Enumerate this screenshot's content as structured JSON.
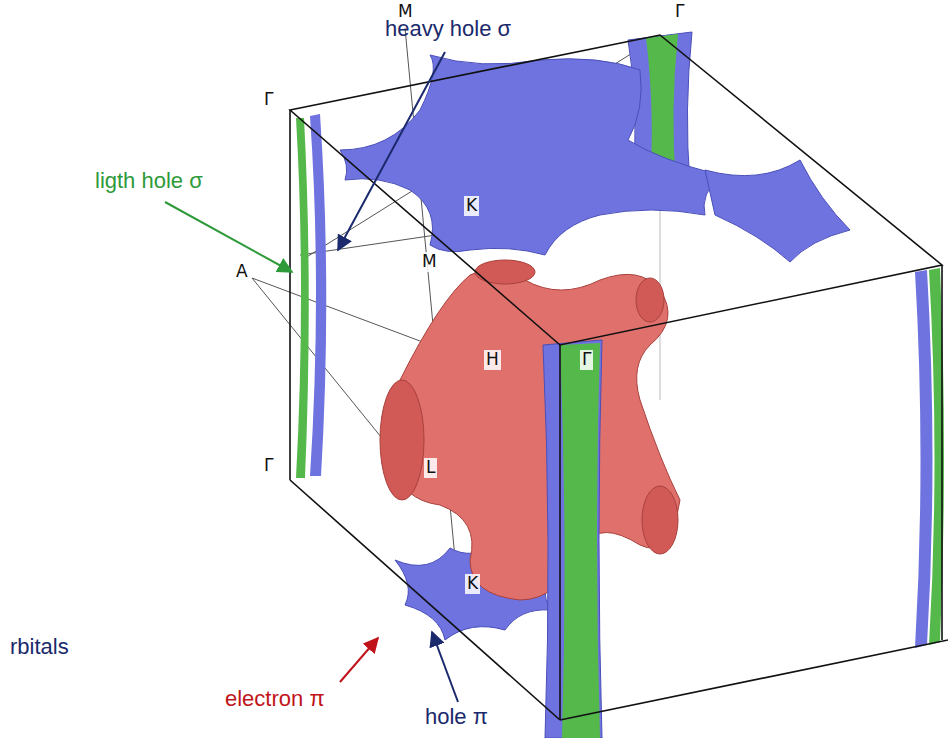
{
  "diagram": {
    "labels": [
      "heavy hole σ",
      "ligth hole σ",
      "Γ",
      "M",
      "Γ",
      "K",
      "M",
      "A",
      "H",
      "Γ",
      "L",
      "Γ",
      "K",
      "rbitals",
      "electron π",
      "hole π"
    ]
  }
}
